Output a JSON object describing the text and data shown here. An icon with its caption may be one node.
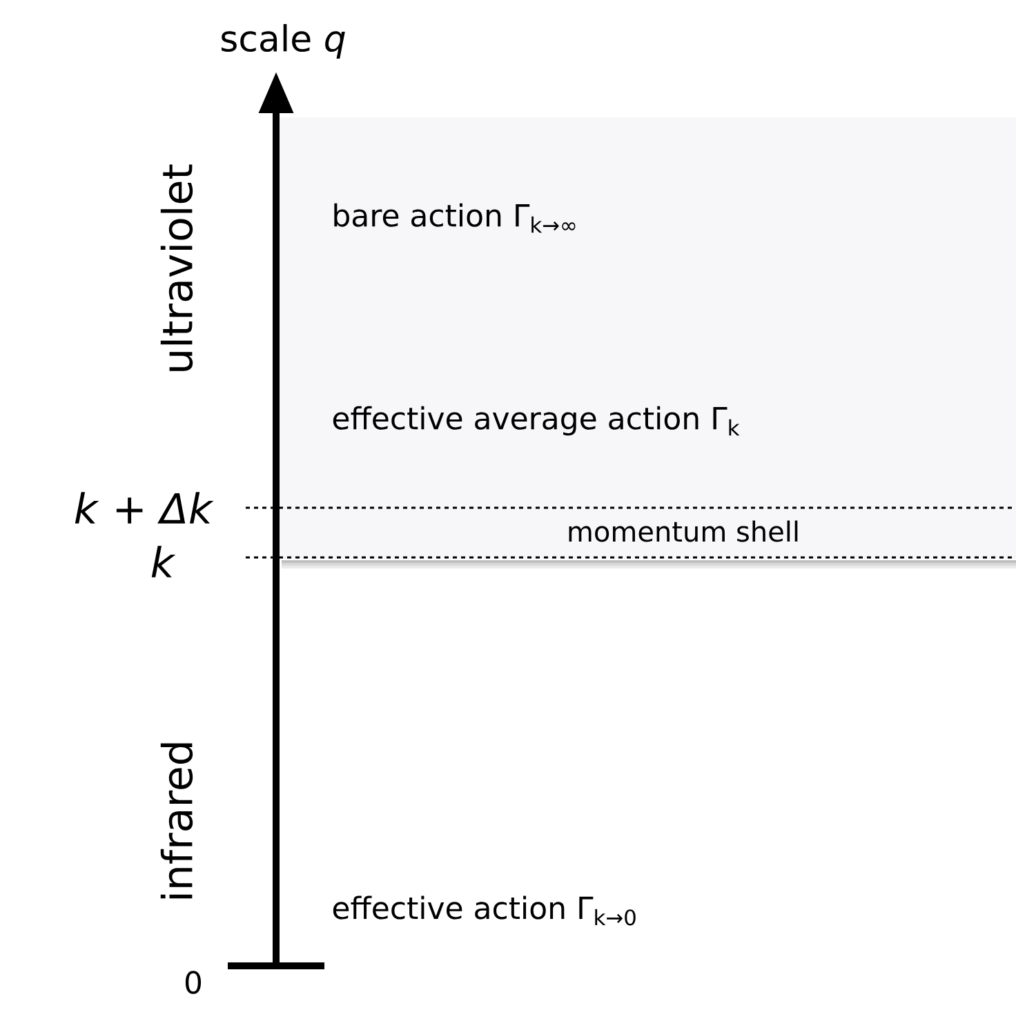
{
  "diagram": {
    "nodes": [
      {
        "text": [
          "bare action Γ$_{k→∞}$",
          "effective average action Γ$_{k}$",
          "momentum shell"
        ]
      }
    ],
    "labels": [
      "scale *q*",
      "ultraviolet",
      "*k* + *Δk*",
      "*k*",
      "infrared",
      "0",
      "effective action Γ$_{k→0}$"
    ]
  }
}
